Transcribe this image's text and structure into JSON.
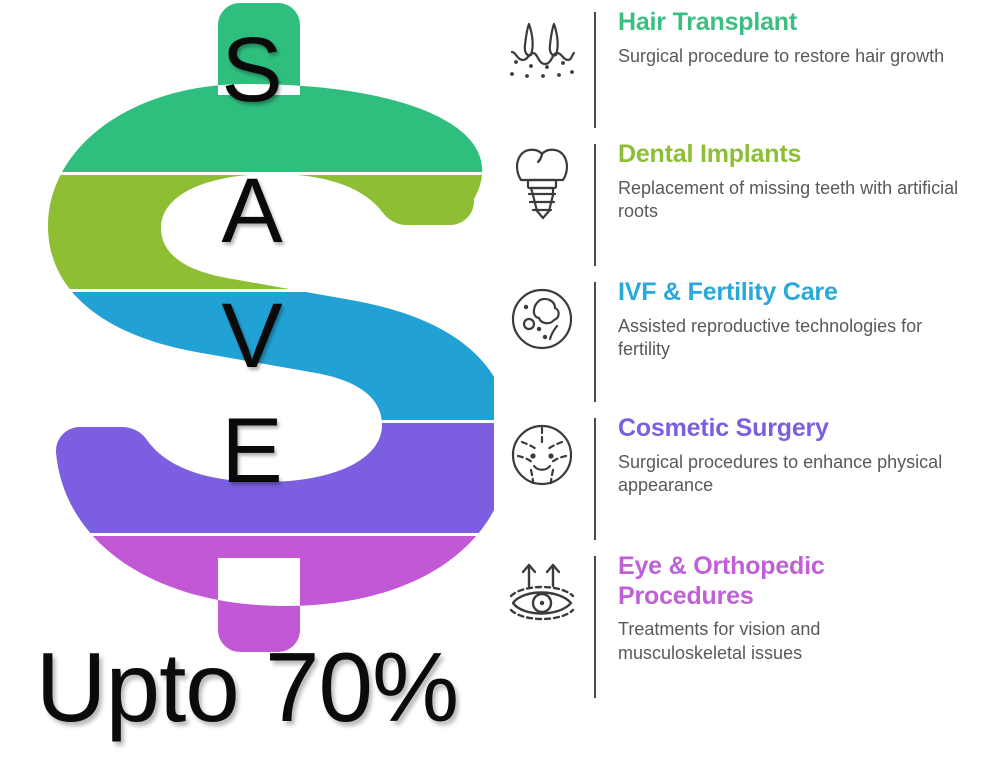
{
  "promo": {
    "word": "SAVE",
    "letters": [
      "S",
      "A",
      "V",
      "E"
    ],
    "headline": "Upto 70%",
    "band_colors": [
      "#2EBE7E",
      "#8DBE33",
      "#22A2D4",
      "#7B5FE0",
      "#C358D6"
    ]
  },
  "services": [
    {
      "title": "Hair Transplant",
      "description": "Surgical procedure to restore hair growth",
      "color": "#3BBF80",
      "icon": "hair-follicle-icon"
    },
    {
      "title": "Dental Implants",
      "description": "Replacement of missing teeth with artificial roots",
      "color": "#8CBF35",
      "icon": "dental-implant-icon"
    },
    {
      "title": "IVF & Fertility Care",
      "description": "Assisted reproductive technologies for fertility",
      "color": "#29A8DC",
      "icon": "ovum-cell-icon"
    },
    {
      "title": "Cosmetic Surgery",
      "description": "Surgical procedures to enhance physical appearance",
      "color": "#7B5FE0",
      "icon": "face-markings-icon"
    },
    {
      "title": "Eye & Orthopedic Procedures",
      "description": "Treatments for vision and musculoskeletal issues",
      "color": "#C060D8",
      "icon": "eye-lift-icon"
    }
  ]
}
